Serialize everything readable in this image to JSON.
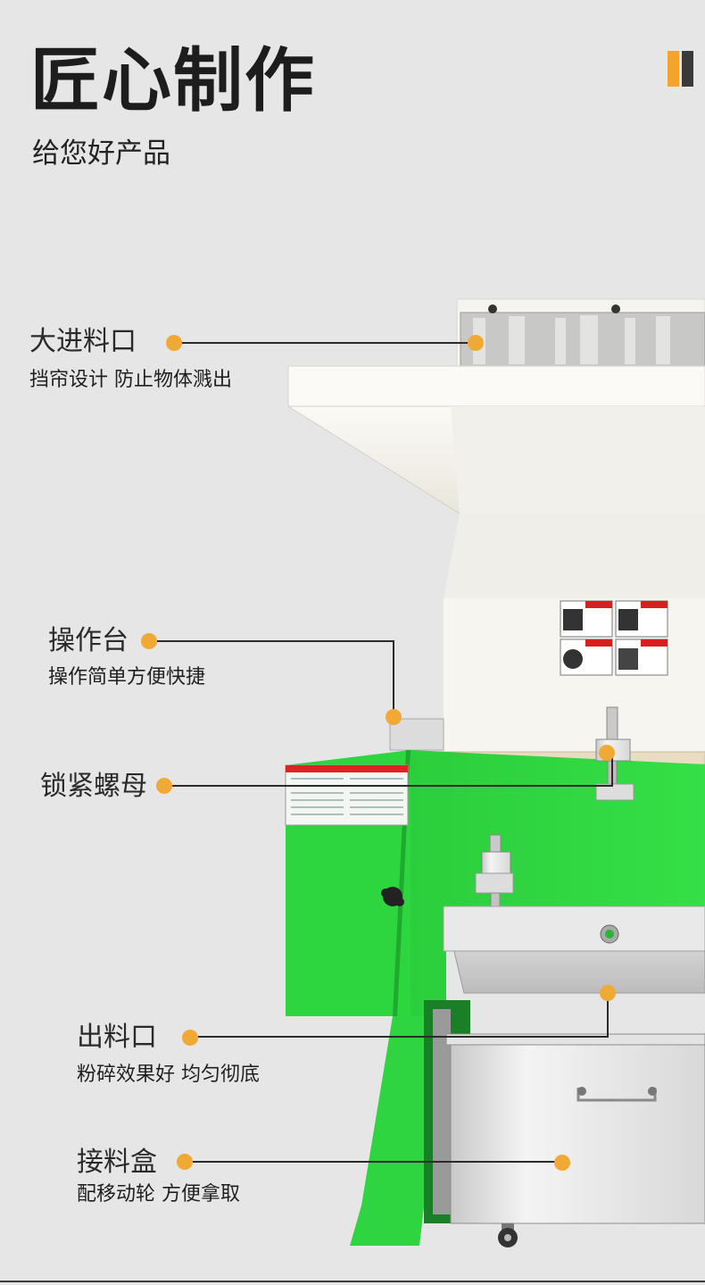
{
  "header": {
    "title": "匠心制作",
    "subtitle": "给您好产品"
  },
  "callouts": [
    {
      "title": "大进料口",
      "desc": "挡帘设计 防止物体溅出"
    },
    {
      "title": "操作台",
      "desc": "操作简单方便快捷"
    },
    {
      "title": "锁紧螺母",
      "desc": ""
    },
    {
      "title": "出料口",
      "desc": "粉碎效果好 均匀彻底"
    },
    {
      "title": "接料盒",
      "desc": "配移动轮 方便拿取"
    }
  ],
  "colors": {
    "accent": "#f1a936",
    "machine_green": "#2fd540",
    "machine_white": "#f4f2ec",
    "background": "#e6e6e6"
  }
}
